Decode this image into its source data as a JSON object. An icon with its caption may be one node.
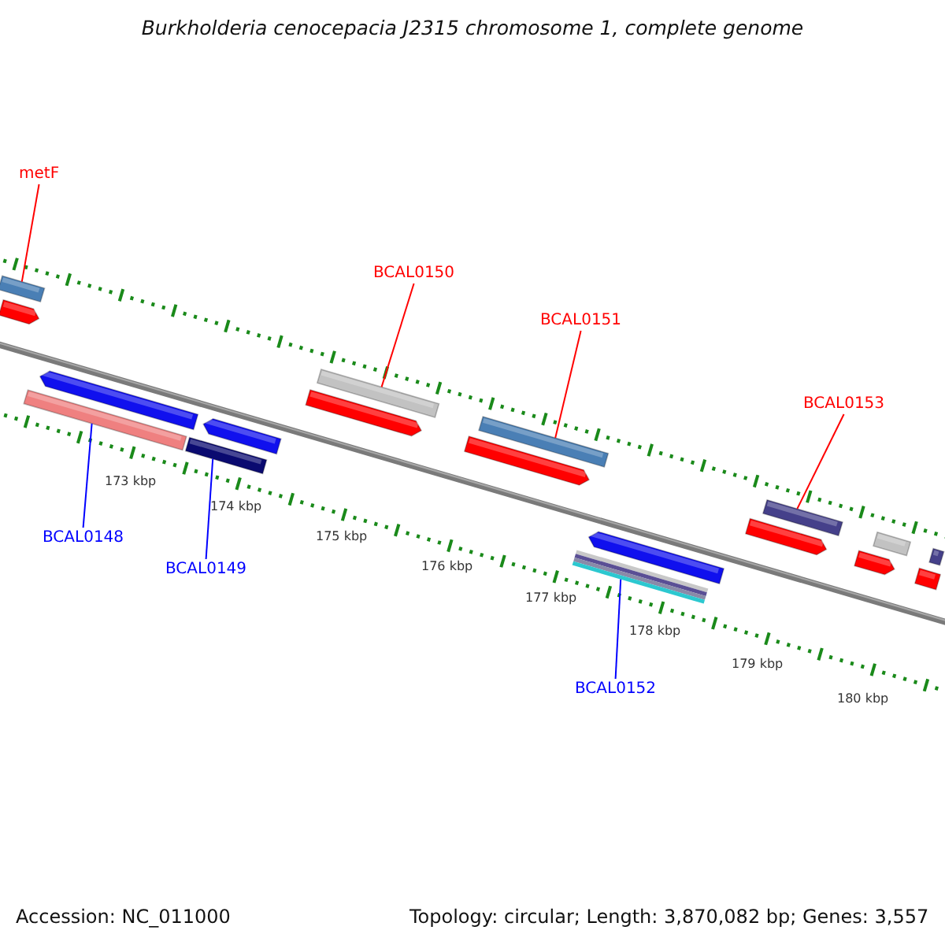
{
  "diagram": {
    "title": "Burkholderia cenocepacia J2315 chromosome 1, complete genome",
    "nodes": [
      {
        "text": [
          "metF"
        ]
      },
      {
        "text": [],
        "shape": "bar"
      },
      {
        "text": [
          "BCAL0150"
        ]
      },
      {
        "text": [],
        "shape": "bar"
      },
      {
        "text": [
          "BCAL0151"
        ]
      },
      {
        "text": [],
        "shape": "bar"
      },
      {
        "text": [
          "BCAL0153"
        ]
      },
      {
        "text": [],
        "shape": "bar"
      },
      {
        "text": [
          "BCAL0148"
        ]
      },
      {
        "text": [],
        "shape": "bar"
      },
      {
        "text": [
          "BCAL0149"
        ]
      },
      {
        "text": [],
        "shape": "bar"
      },
      {
        "text": [
          "BCAL0152"
        ]
      },
      {
        "text": [],
        "shape": "bar"
      }
    ],
    "edges": [
      {
        "from": 0,
        "to": 1,
        "arrow": "none"
      },
      {
        "from": 2,
        "to": 3,
        "arrow": "none"
      },
      {
        "from": 4,
        "to": 5,
        "arrow": "none"
      },
      {
        "from": 6,
        "to": 7,
        "arrow": "none"
      },
      {
        "from": 8,
        "to": 9,
        "arrow": "none",
        "color": "#0000ff"
      },
      {
        "from": 10,
        "to": 11,
        "arrow": "none",
        "color": "#0000ff"
      },
      {
        "from": 12,
        "to": 13,
        "arrow": "none",
        "color": "#0000ff"
      }
    ],
    "labels": [
      "173 kbp",
      "174 kbp",
      "175 kbp",
      "176 kbp",
      "177 kbp",
      "178 kbp",
      "179 kbp",
      "180 kbp",
      "Accession: NC_011000",
      "Topology: circular; Length: 3,870,082 bp; Genes: 3,557"
    ]
  }
}
